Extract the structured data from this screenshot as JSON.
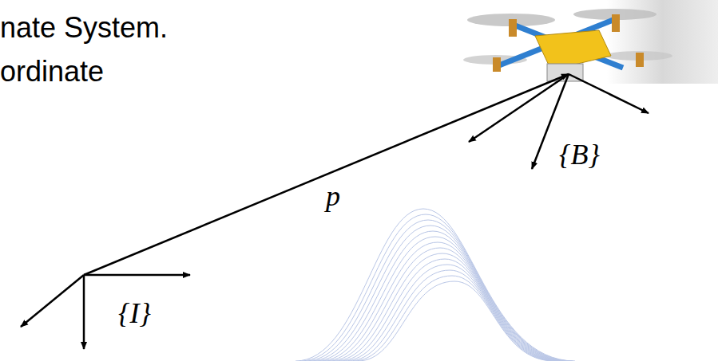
{
  "diagram": {
    "labels": [
      "nate System.",
      "ordinate",
      "p",
      "{B}",
      "{I}"
    ]
  }
}
